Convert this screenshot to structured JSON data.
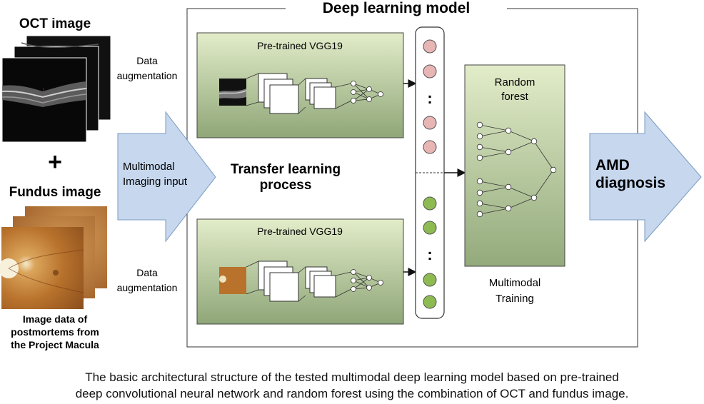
{
  "title": "Deep learning model",
  "inputs": {
    "oct_title": "OCT image",
    "plus": "+",
    "fundus_title": "Fundus image",
    "source_lines": [
      "Image data of",
      "postmortems from",
      "the Project Macula"
    ]
  },
  "augmentation_top": [
    "Data",
    "augmentation"
  ],
  "augmentation_bottom": [
    "Data",
    "augmentation"
  ],
  "input_arrow": [
    "Multimodal",
    "Imaging input"
  ],
  "transfer": [
    "Transfer learning",
    "process"
  ],
  "vgg_top": "Pre-trained VGG19",
  "vgg_bottom": "Pre-trained VGG19",
  "feature_dots": ":",
  "forest": [
    "Random",
    "forest"
  ],
  "training": [
    "Multimodal",
    "Training"
  ],
  "output_arrow": [
    "AMD",
    "diagnosis"
  ],
  "caption": [
    "The basic architectural structure of the tested multimodal deep learning model based on pre-trained",
    "deep convolutional neural network and random forest using the combination of OCT and fundus image."
  ],
  "colors": {
    "arrow_fill": "#c6d7ee",
    "arrow_stroke": "#6f8fb5",
    "panel_top": "#dfe9c7",
    "panel_bottom": "#8ea477",
    "pink_node": "#e8b5b5",
    "green_node": "#8dbb52"
  }
}
